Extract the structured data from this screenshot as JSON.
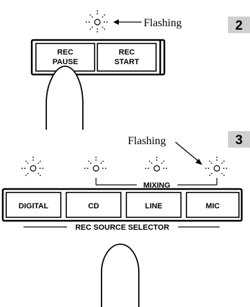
{
  "step_markers": [
    "2",
    "3"
  ],
  "step2": {
    "flashing_label": "Flashing",
    "buttons": [
      {
        "line1": "REC",
        "line2": "PAUSE"
      },
      {
        "line1": "REC",
        "line2": "START"
      }
    ]
  },
  "step3": {
    "flashing_label": "Flashing",
    "mixing_label": "MIXING",
    "selector_label": "REC SOURCE SELECTOR",
    "buttons": [
      "DIGITAL",
      "CD",
      "LINE",
      "MIC"
    ]
  },
  "colors": {
    "ink": "#000000",
    "marker_bg": "#cfcfcf",
    "paper": "#ffffff"
  }
}
